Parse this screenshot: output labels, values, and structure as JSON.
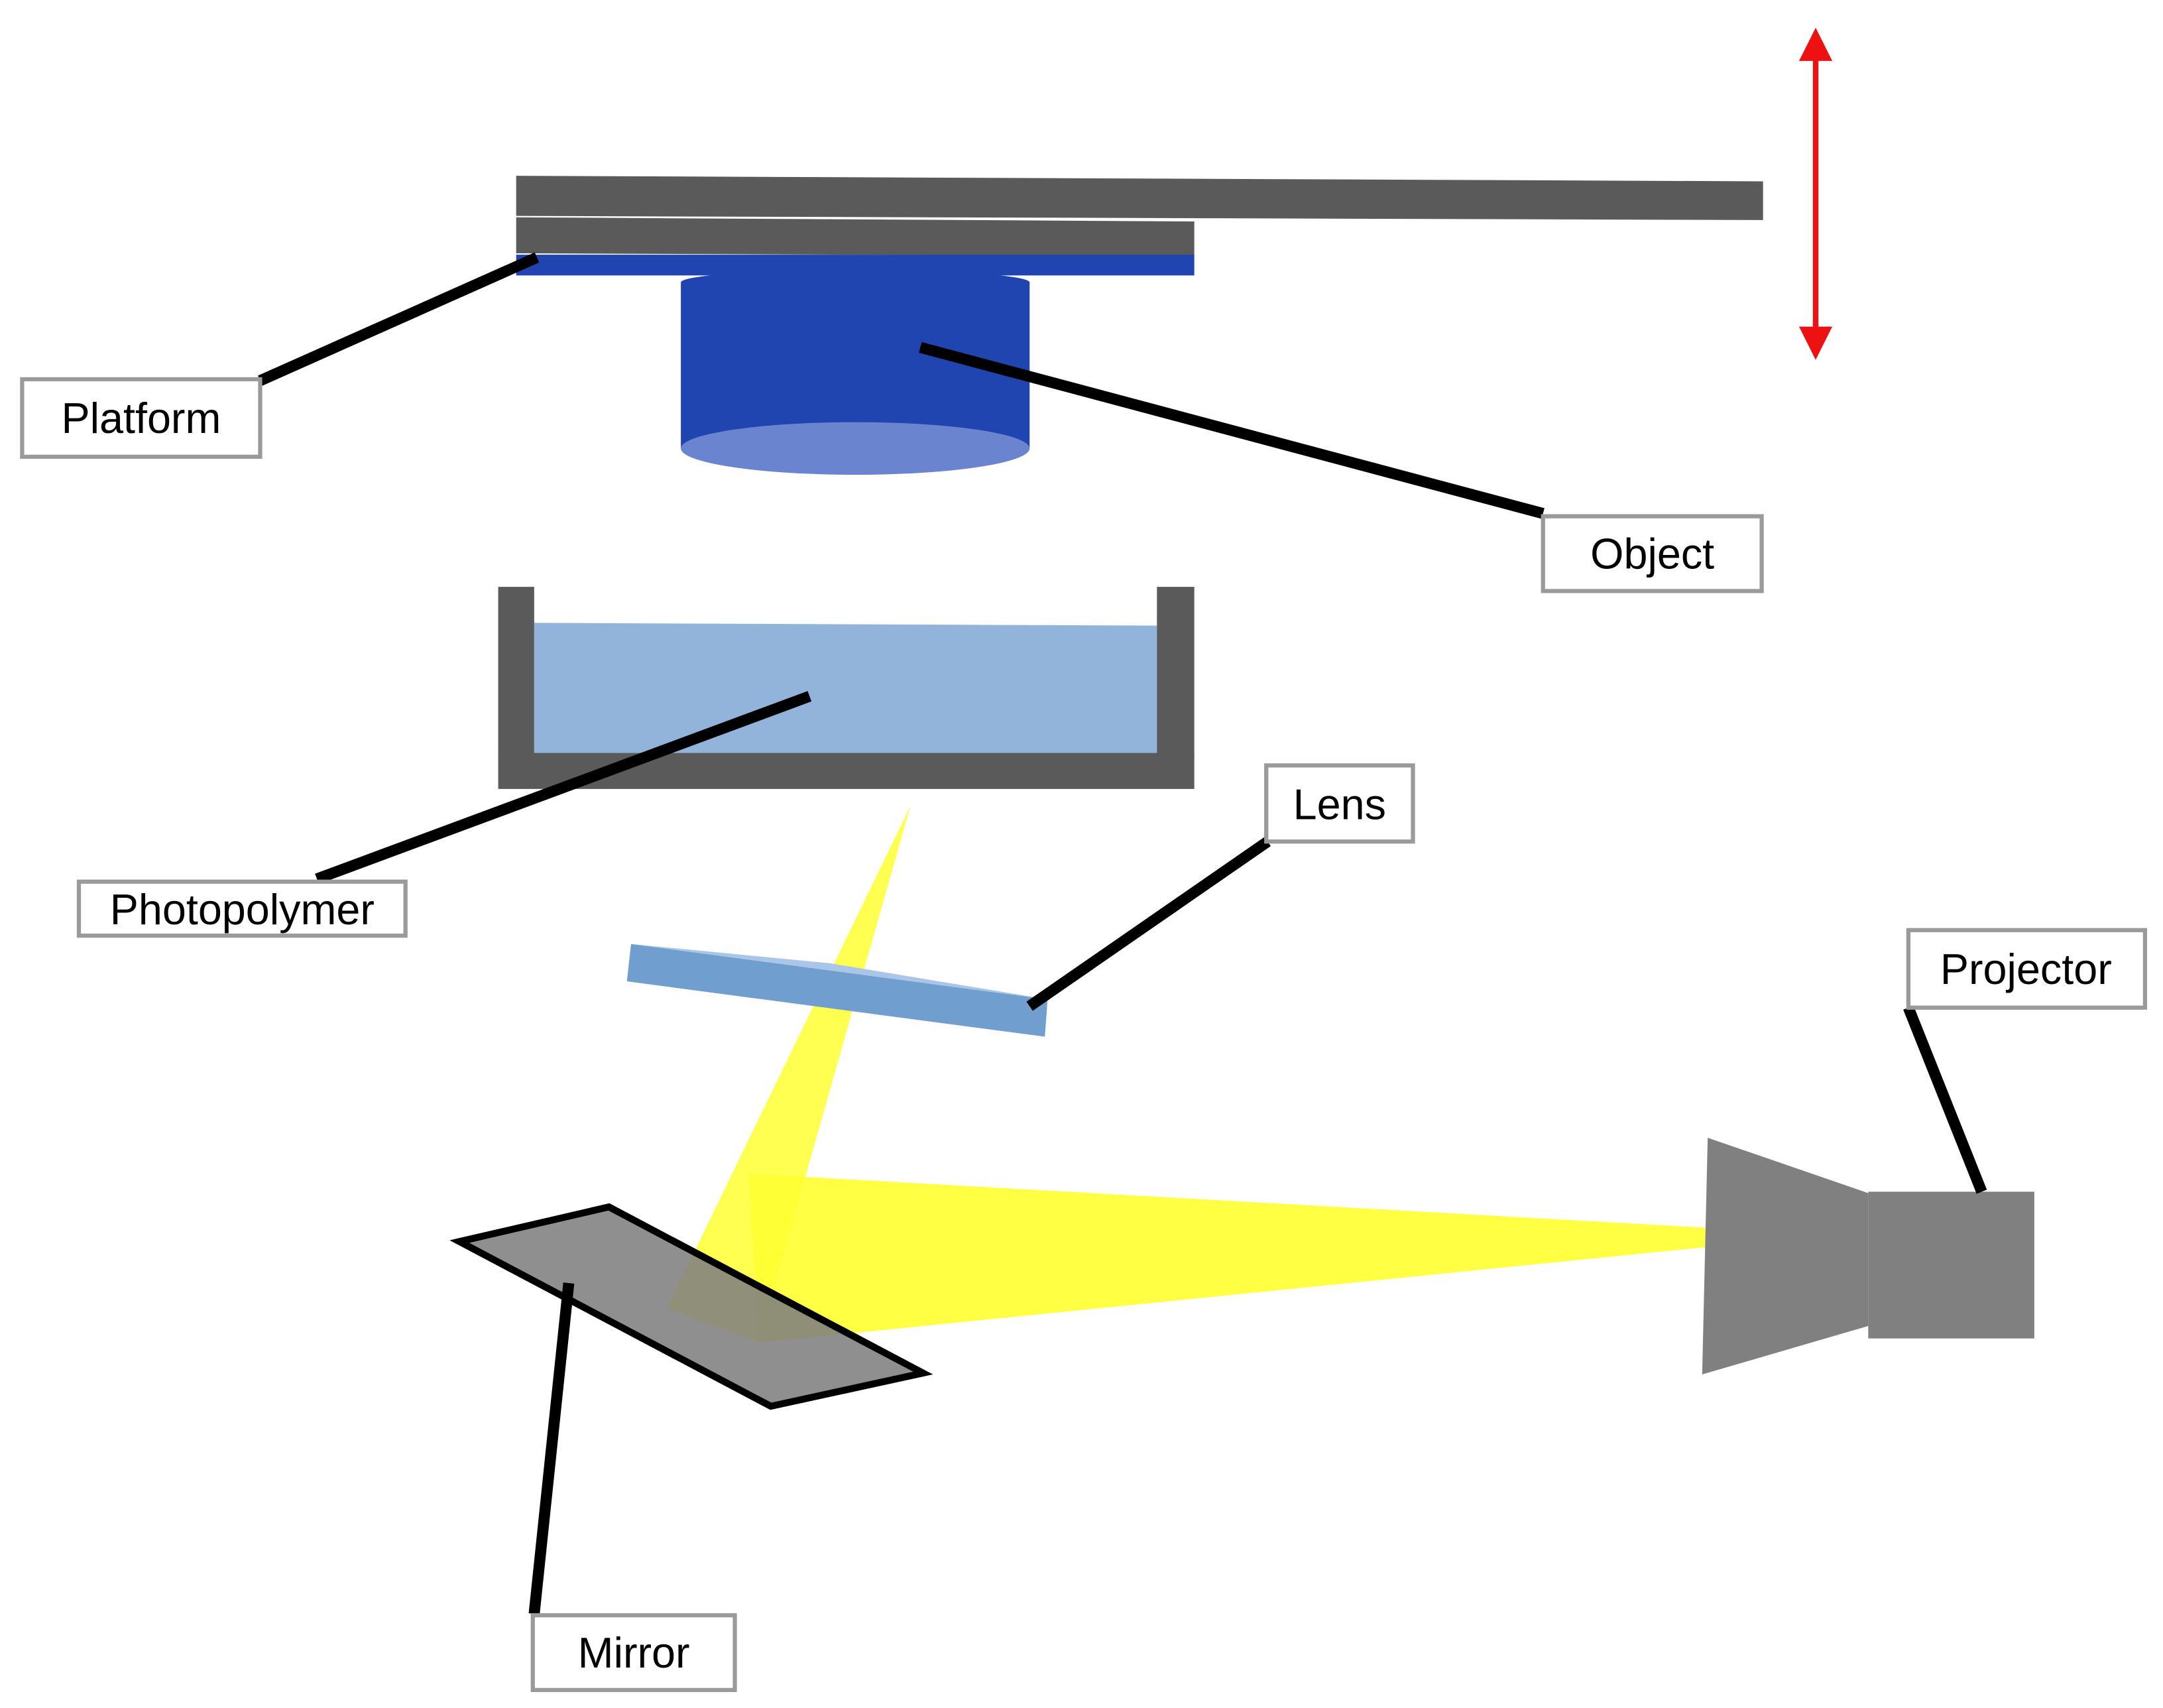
{
  "labels": {
    "platform": "Platform",
    "object": "Object",
    "photopolymer": "Photopolymer",
    "lens": "Lens",
    "projector": "Projector",
    "mirror": "Mirror"
  },
  "colors": {
    "frame_dark": "#5a5a5a",
    "object_blue": "#2045b0",
    "object_base_light": "#6a84d0",
    "resin_blue": "#92b4da",
    "lens_blue": "#6f9ecf",
    "lens_highlight": "#a9c6e8",
    "beam_yellow": "#ffff33",
    "device_gray": "#808080",
    "motion_arrow_red": "#ee1111"
  },
  "icons": {
    "motion_arrow": "double-headed-vertical-arrow-icon"
  }
}
